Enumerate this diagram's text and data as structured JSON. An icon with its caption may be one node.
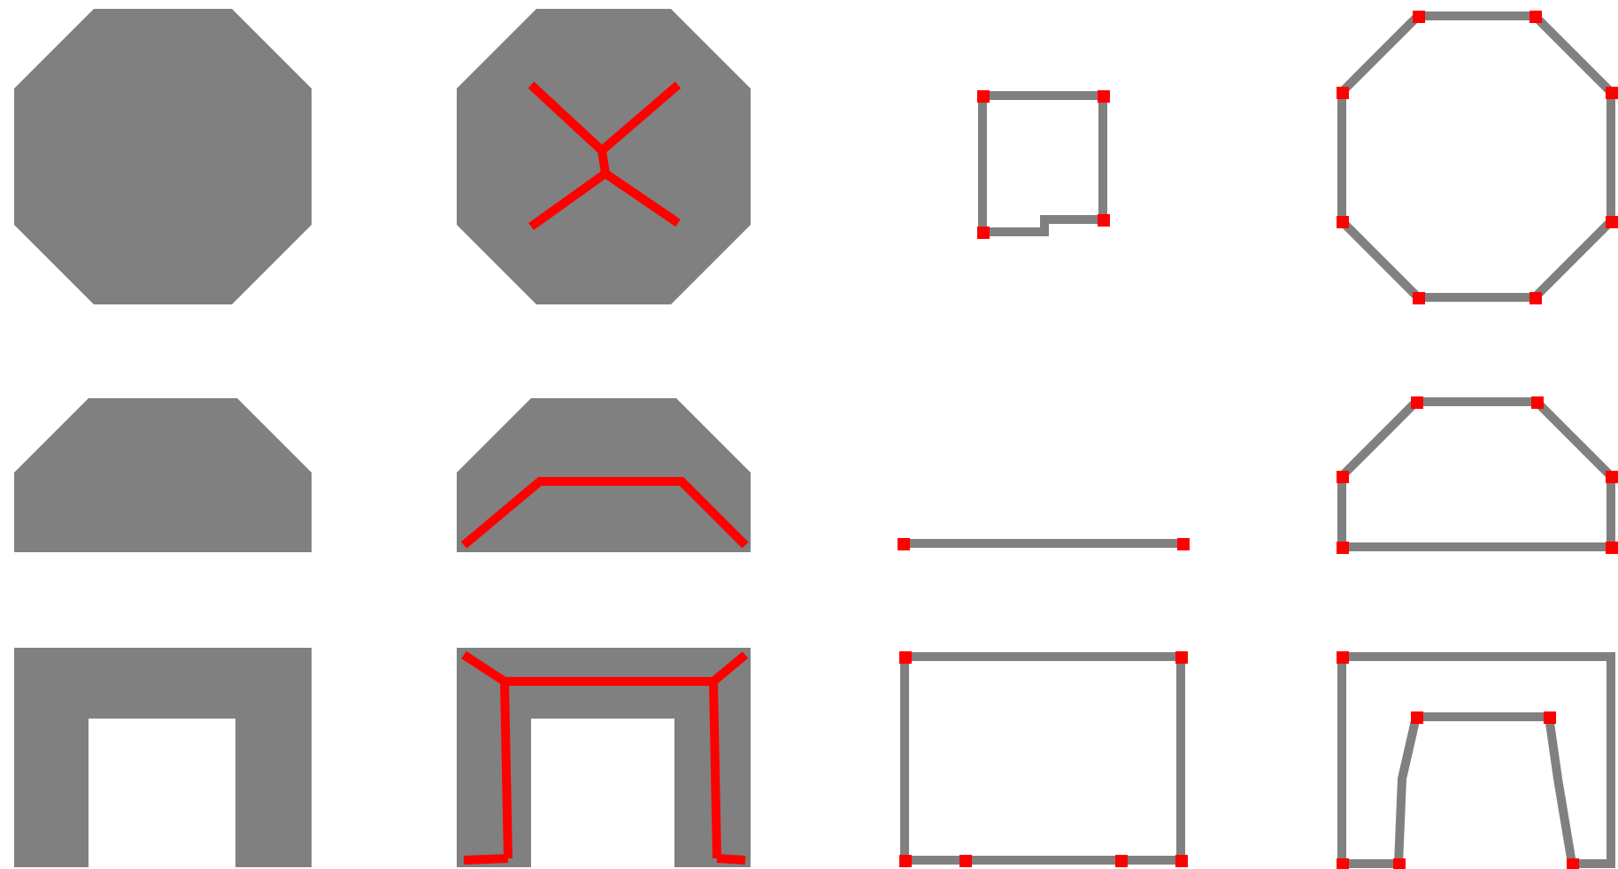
{
  "diagram": {
    "nodes": [
      {
        "text": [],
        "shape": "octagon"
      },
      {
        "text": [],
        "shape": "octagon"
      },
      {
        "text": [],
        "shape": "box"
      },
      {
        "text": [],
        "shape": "octagon"
      },
      {
        "text": [],
        "shape": "trapezoid"
      },
      {
        "text": [],
        "shape": "trapezoid"
      },
      {
        "text": [],
        "shape": "line"
      },
      {
        "text": [],
        "shape": "trapezoid"
      },
      {
        "text": [],
        "shape": "arch"
      },
      {
        "text": [],
        "shape": "arch"
      },
      {
        "text": [],
        "shape": "box"
      },
      {
        "text": [],
        "shape": "arch"
      }
    ]
  }
}
